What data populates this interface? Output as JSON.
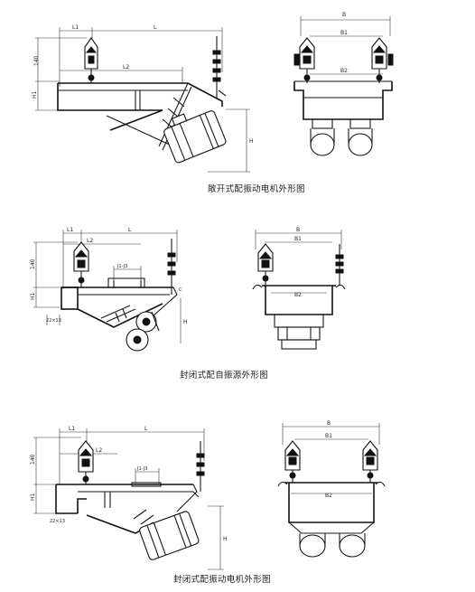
{
  "figures": [
    {
      "caption": "敞开式配振动电机外形图",
      "side_dims": {
        "l1": "L1",
        "l": "L",
        "l2": "L2",
        "h1": "H1",
        "h2": "140",
        "h": "H"
      },
      "front_dims": {
        "b": "B",
        "b1": "B1",
        "b2": "B2"
      }
    },
    {
      "caption": "封闭式配自振源外形图",
      "side_dims": {
        "l1": "L1",
        "l": "L",
        "l2": "L2",
        "j": "J1-J3",
        "h1": "H1",
        "h2": "140",
        "h": "H",
        "c": "C",
        "flange": "22×13"
      },
      "front_dims": {
        "b": "B",
        "b1": "B1",
        "b2": "B2"
      }
    },
    {
      "caption": "封闭式配振动电机外形图",
      "side_dims": {
        "l1": "L1",
        "l": "L",
        "l2": "L2",
        "j": "J1-J3",
        "h1": "H1",
        "h2": "140",
        "h": "H",
        "flange": "22×13"
      },
      "front_dims": {
        "b": "B",
        "b1": "B1",
        "b2": "B2"
      }
    }
  ]
}
